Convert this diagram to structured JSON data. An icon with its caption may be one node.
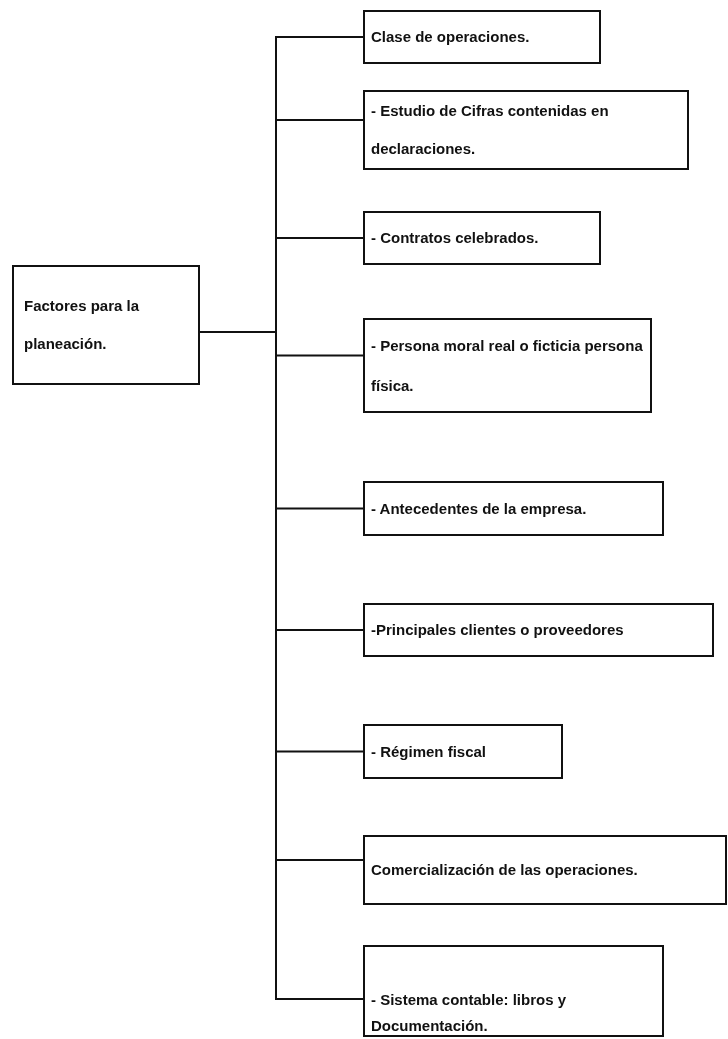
{
  "diagram": {
    "nodes": [
      {
        "text": [
          "Factores para la planeación."
        ]
      },
      {
        "text": [
          "Clase de operaciones."
        ]
      },
      {
        "text": [
          "- Estudio de Cifras contenidas en declaraciones."
        ]
      },
      {
        "text": [
          "- Contratos celebrados."
        ]
      },
      {
        "text": [
          "- Persona moral real o ficticia persona física."
        ]
      },
      {
        "text": [
          "- Antecedentes de la empresa."
        ]
      },
      {
        "text": [
          "-Principales clientes o proveedores"
        ]
      },
      {
        "text": [
          "- Régimen fiscal"
        ]
      },
      {
        "text": [
          "Comercialización de las operaciones."
        ]
      },
      {
        "text": [
          "- Sistema contable: libros y Documentación."
        ]
      }
    ],
    "edges": [
      {
        "from": 0,
        "to": 1,
        "arrow": "none"
      },
      {
        "from": 0,
        "to": 2,
        "arrow": "none"
      },
      {
        "from": 0,
        "to": 3,
        "arrow": "none"
      },
      {
        "from": 0,
        "to": 4,
        "arrow": "none"
      },
      {
        "from": 0,
        "to": 5,
        "arrow": "none"
      },
      {
        "from": 0,
        "to": 6,
        "arrow": "none"
      },
      {
        "from": 0,
        "to": 7,
        "arrow": "none"
      },
      {
        "from": 0,
        "to": 8,
        "arrow": "none"
      },
      {
        "from": 0,
        "to": 9,
        "arrow": "none"
      }
    ]
  }
}
